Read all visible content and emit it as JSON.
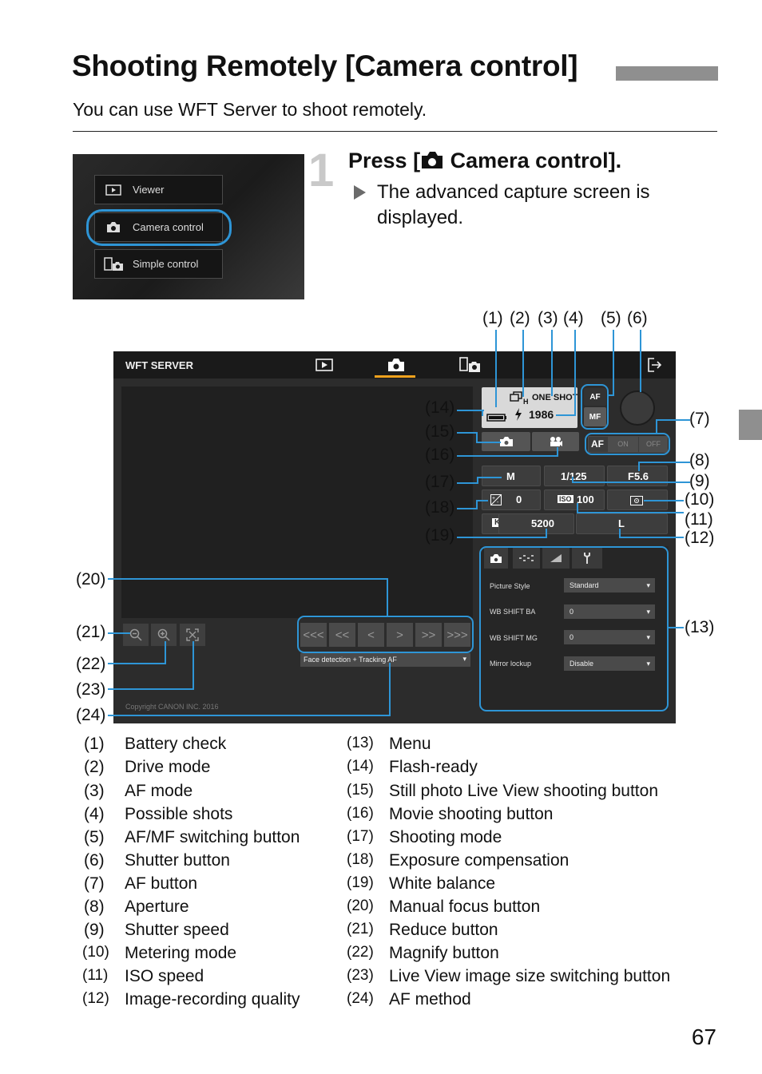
{
  "page": {
    "title": "Shooting Remotely [Camera control]",
    "intro": "You can use WFT Server to shoot remotely.",
    "page_number": "67"
  },
  "menu_screenshot": {
    "items": [
      {
        "label": "Viewer",
        "icon": "play-icon"
      },
      {
        "label": "Camera control",
        "icon": "camera-icon"
      },
      {
        "label": "Simple control",
        "icon": "phone-camera-icon"
      }
    ]
  },
  "step": {
    "number": "1",
    "heading_prefix": "Press [",
    "heading_suffix": " Camera control].",
    "description": "The advanced capture screen is displayed."
  },
  "screen": {
    "app_title": "WFT SERVER",
    "drive_sub": "H",
    "af_mode": "ONE SHOT",
    "possible_shots": "1986",
    "af_mf": [
      "AF",
      "MF"
    ],
    "af_button": {
      "label": "AF",
      "on": "ON",
      "off": "OFF"
    },
    "shooting_mode": "M",
    "shutter_speed": "1/125",
    "aperture": "F5.6",
    "exposure_comp": "0",
    "iso_label": "ISO",
    "iso_speed": "100",
    "wb_badge": "K",
    "white_balance": "5200",
    "image_quality": "L",
    "menu_rows": [
      {
        "label": "Picture Style",
        "value": "Standard"
      },
      {
        "label": "WB SHIFT BA",
        "value": "0"
      },
      {
        "label": "WB SHIFT MG",
        "value": "0"
      },
      {
        "label": "Mirror lockup",
        "value": "Disable"
      }
    ],
    "af_method": "Face detection + Tracking AF",
    "nav_buttons": [
      "<<<",
      "<<",
      "<",
      ">",
      ">>",
      ">>>"
    ],
    "copyright": "Copyright CANON INC. 2016"
  },
  "callouts": [
    "(1)",
    "(2)",
    "(3)",
    "(4)",
    "(5)",
    "(6)",
    "(7)",
    "(8)",
    "(9)",
    "(10)",
    "(11)",
    "(12)",
    "(13)",
    "(14)",
    "(15)",
    "(16)",
    "(17)",
    "(18)",
    "(19)",
    "(20)",
    "(21)",
    "(22)",
    "(23)",
    "(24)"
  ],
  "legend": [
    {
      "num": "(1)",
      "text": "Battery check"
    },
    {
      "num": "(2)",
      "text": "Drive mode"
    },
    {
      "num": "(3)",
      "text": "AF mode"
    },
    {
      "num": "(4)",
      "text": "Possible shots"
    },
    {
      "num": "(5)",
      "text": "AF/MF switching button"
    },
    {
      "num": "(6)",
      "text": "Shutter button"
    },
    {
      "num": "(7)",
      "text": "AF button"
    },
    {
      "num": "(8)",
      "text": "Aperture"
    },
    {
      "num": "(9)",
      "text": "Shutter speed"
    },
    {
      "num": "(10)",
      "text": "Metering mode"
    },
    {
      "num": "(11)",
      "text": "ISO speed"
    },
    {
      "num": "(12)",
      "text": "Image-recording quality"
    },
    {
      "num": "(13)",
      "text": "Menu"
    },
    {
      "num": "(14)",
      "text": "Flash-ready"
    },
    {
      "num": "(15)",
      "text": "Still photo Live View shooting button"
    },
    {
      "num": "(16)",
      "text": "Movie shooting button"
    },
    {
      "num": "(17)",
      "text": "Shooting mode"
    },
    {
      "num": "(18)",
      "text": "Exposure compensation"
    },
    {
      "num": "(19)",
      "text": "White balance"
    },
    {
      "num": "(20)",
      "text": "Manual focus button"
    },
    {
      "num": "(21)",
      "text": "Reduce button"
    },
    {
      "num": "(22)",
      "text": "Magnify button"
    },
    {
      "num": "(23)",
      "text": "Live View image size switching button"
    },
    {
      "num": "(24)",
      "text": "AF method"
    }
  ]
}
